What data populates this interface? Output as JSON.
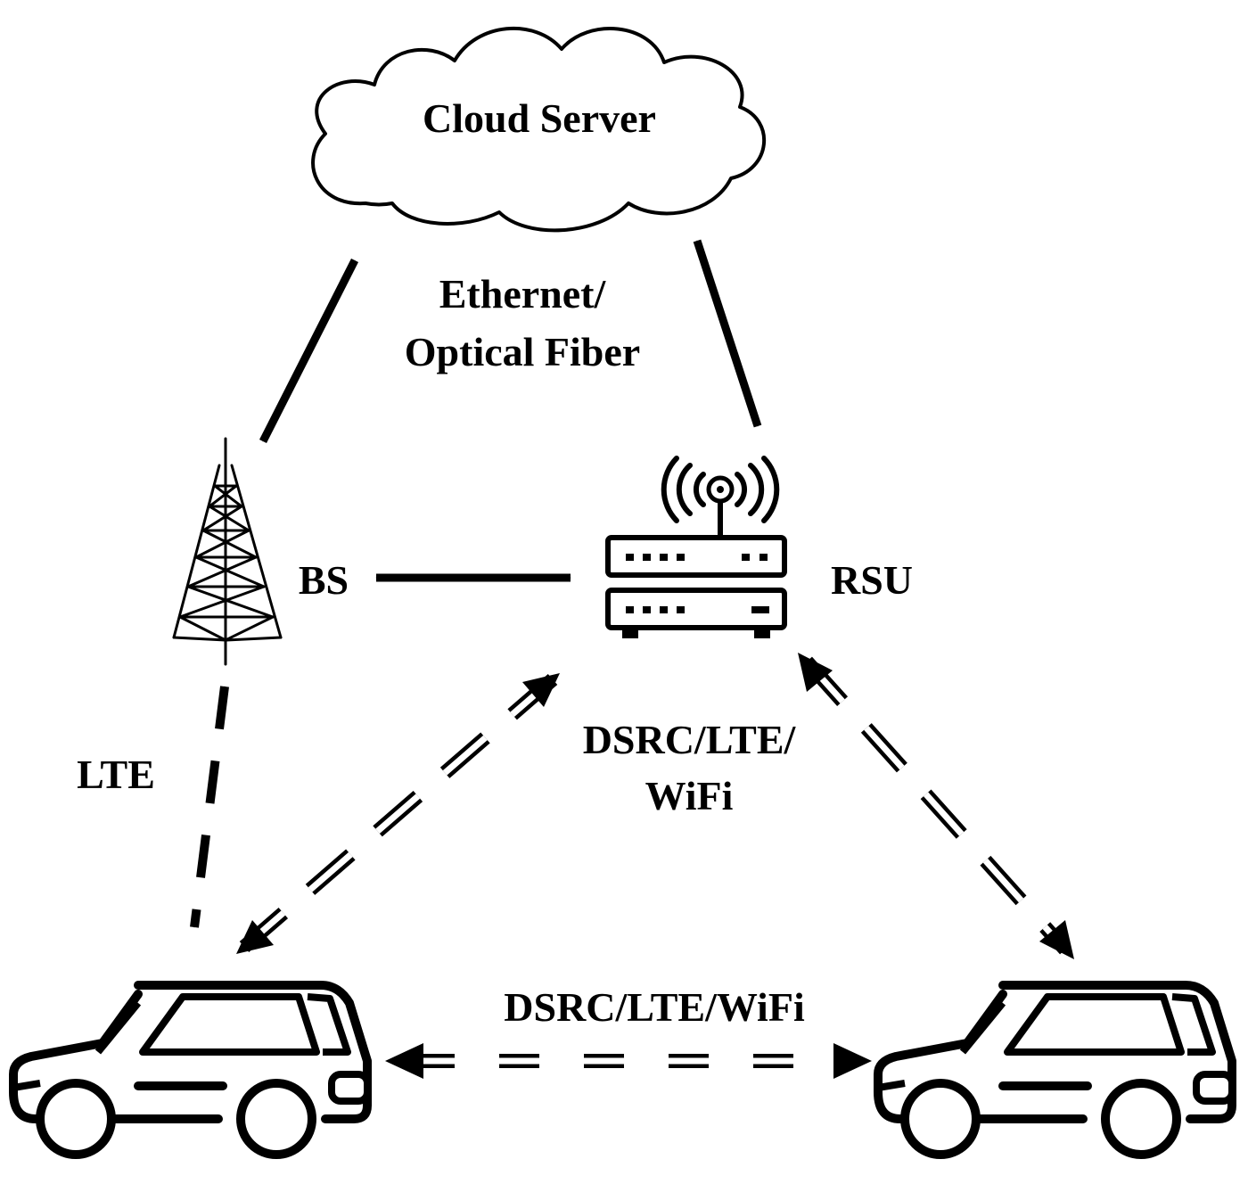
{
  "nodes": {
    "cloud": "Cloud Server",
    "bs": "BS",
    "rsu": "RSU"
  },
  "links": {
    "backhaul_line1": "Ethernet/",
    "backhaul_line2": "Optical Fiber",
    "lte": "LTE",
    "rsu_vehicle_line1": "DSRC/LTE/",
    "rsu_vehicle_line2": "WiFi",
    "v2v": "DSRC/LTE/WiFi"
  },
  "colors": {
    "stroke": "#000000",
    "background": "#ffffff"
  }
}
